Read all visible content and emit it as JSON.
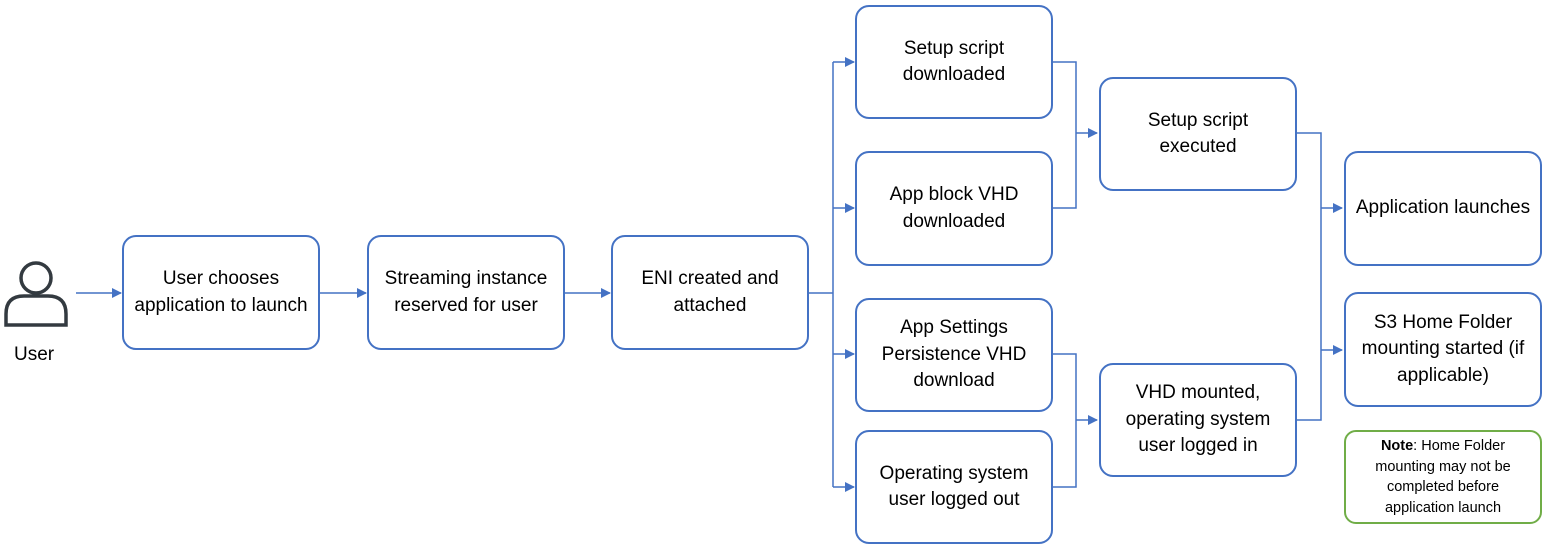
{
  "actor": {
    "label": "User",
    "icon": "user-icon"
  },
  "colors": {
    "box_border": "#4472c4",
    "arrow": "#4472c4",
    "note_border": "#70ad47"
  },
  "steps": {
    "user_chooses": "User chooses application to launch",
    "streaming_instance": "Streaming instance reserved for user",
    "eni_created": "ENI created and attached",
    "setup_downloaded": "Setup script downloaded",
    "app_block_downloaded": "App block VHD downloaded",
    "app_settings_download": "App Settings Persistence VHD download",
    "os_user_logged_out": "Operating system user logged out",
    "setup_executed": "Setup script executed",
    "vhd_mounted": "VHD mounted, operating system user logged in",
    "application_launches": "Application launches",
    "s3_home_folder": "S3 Home Folder mounting started (if applicable)"
  },
  "note": {
    "prefix": "Note",
    "text": ": Home Folder mounting may not be completed before application launch"
  }
}
